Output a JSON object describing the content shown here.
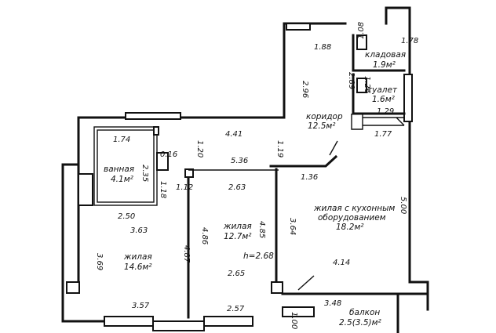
{
  "rooms": {
    "storage": {
      "name": "кладовая",
      "area": "1.9м²"
    },
    "toilet": {
      "name": "туалет",
      "area": "1.6м²"
    },
    "corridor": {
      "name": "коридор",
      "area": "12.5м²"
    },
    "bathroom": {
      "name": "ванная",
      "area": "4.1м²"
    },
    "living_kitchen": {
      "name_line1": "жилая с кухонным",
      "name_line2": "оборудованием",
      "area": "18.2м²"
    },
    "living_middle": {
      "name": "жилая",
      "area": "12.7м²"
    },
    "living_left": {
      "name": "жилая",
      "area": "14.6м²"
    },
    "balcony": {
      "name": "балкон",
      "area": "2.5(3.5)м²"
    }
  },
  "ceiling_height": "h=2.68",
  "dimensions": {
    "d_188": "1.88",
    "d_296": "2.96",
    "d_108": "1.08",
    "d_178": "1.78",
    "d_289": "2.89",
    "d_126": "1.26",
    "d_129": "1.29",
    "d_177": "1.77",
    "d_441": "4.41",
    "d_174": "1.74",
    "d_016": "0.16",
    "d_120": "1.20",
    "d_119": "1.19",
    "d_536": "5.36",
    "d_235": "2.35",
    "d_136": "1.36",
    "d_112": "1.12",
    "d_118": "1.18",
    "d_263": "2.63",
    "d_500": "5.00",
    "d_250": "2.50",
    "d_363": "3.63",
    "d_486": "4.86",
    "d_485": "4.85",
    "d_364": "3.64",
    "d_369": "3.69",
    "d_487": "4.87",
    "d_265": "2.65",
    "d_414": "4.14",
    "d_357": "3.57",
    "d_257": "2.57",
    "d_348": "3.48",
    "d_100": "1.00"
  }
}
